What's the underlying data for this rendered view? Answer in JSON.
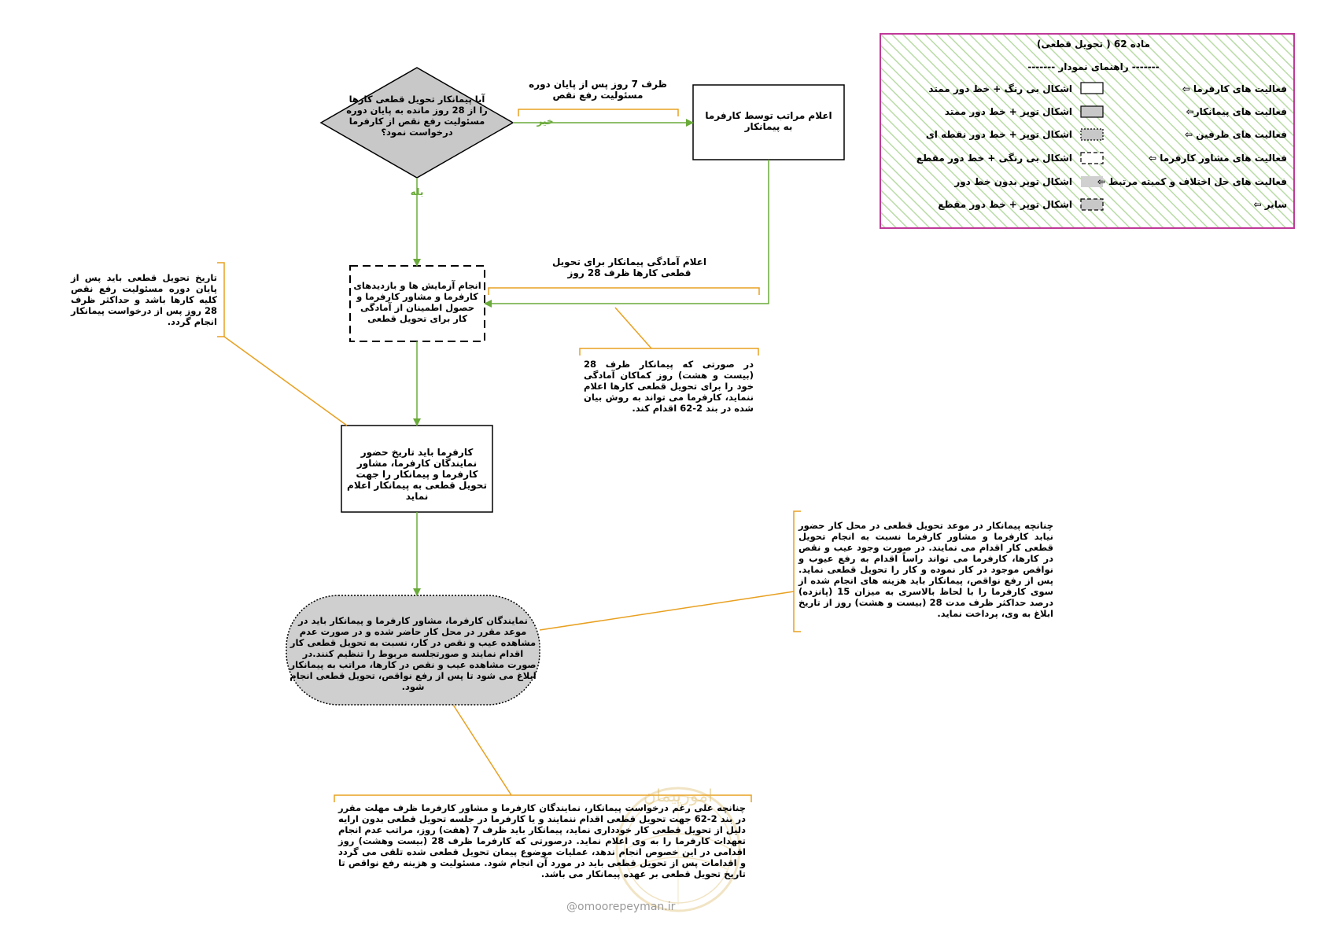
{
  "legend": {
    "title": "ماده 62  ( تحویل قطعی)",
    "subtitle": "------- راهنمای نمودار -------",
    "rows": [
      {
        "actor": "فعالیت های کارفرما ⇦",
        "shape": "اشکال بی رنگ + خط دور ممتد"
      },
      {
        "actor": "فعالیت های پیمانکار⇦",
        "shape": "اشکال توپر + خط دور ممتد"
      },
      {
        "actor": "فعالیت های طرفین ⇦",
        "shape": "اشکال توپر + خط دور نقطه ای"
      },
      {
        "actor": "فعالیت های مشاور کارفرما ⇦",
        "shape": "اشکال بی رنگی + خط دور مقطع"
      },
      {
        "actor": "فعالیت های حل اختلاف و کمیته مرتبط ⇦",
        "shape": "اشکال توپر بدون خط دور"
      },
      {
        "actor": "سایر  ⇦",
        "shape": "اشکال توپر + خط دور مقطع"
      }
    ]
  },
  "nodes": {
    "decision": "آیا پیمانکار تحویل قطعی کارها را از 28 روز مانده به پایان دوره مسئولیت رفع نقص از کارفرما درخواست نمود؟",
    "employer_notice": "اعلام مراتب توسط کارفرما به پیمانکار",
    "consultant_tests": "انجام آزمایش ها و بازدیدهای کارفرما و مشاور کارفرما و حصول اطمینان از آمادگی کار برای تحویل قطعی",
    "employer_date": "کارفرما باید تاریخ حضور نمایندگان کارفرما، مشاور کارفرما و پیمانکار را جهت تحویل قطعی به پیمانکار اعلام نماید",
    "joint_session": "نمایندگان کارفرما، مشاور کارفرما و پیمانکار باید در موعد مقرر در محل کار حاضر شده و در صورت عدم مشاهده عیب و نقص در کار، نسبت به تحویل قطعی کار اقدام نمایند و صورتجلسه مربوط را تنظیم کنند.در صورت مشاهده عیب و نقص در کارها، مراتب به پیمانکار ابلاغ می شود تا پس از رفع نواقص، تحویل قطعی انجام شود."
  },
  "labels": {
    "no": "خیر",
    "yes": "بله",
    "within_7_days": "ظرف 7 روز پس از پایان دوره مسئولیت رفع نقص",
    "readiness_28_days": "اعلام آمادگی پیمانکار برای تحویل قطعی کارها ظرف  28 روز"
  },
  "notes": {
    "final_date": "تاریخ تحویل قطعی باید پس از پایان دوره مسئولیت رفع نقص کلیه کارها باشد و حداکثر ظرف 28 روز پس از درخواست پیمانکار انجام گردد.",
    "if_28_days": "در صورتی که پیمانکار ظرف 28 (بیست و هشت) روز کماکان آمادگی خود را برای تحویل قطعی کارها اعلام ننماید، کارفرما می تواند به روش بیان شده در بند 2-62 اقدام کند.",
    "contractor_absent": "چنانچه پیمانکار در موعد تحویل قطعی در محل کار حضور نیابد کارفرما و مشاور کارفرما  نسبت به انجام تحویل قطعی کار اقدام می نمایند. در صورت وجود عیب و نقص در کارها، کارفرما می تواند راساً اقدام به رفع عیوب و نواقص موجود در کار نموده و کار را تحویل قطعی نماید. پس از رفع نواقص، پیمانکار باید هزینه های انجام شده از سوی کارفرما را با لحاظ بالاسری به میزان 15 (پانزده) درصد حداکثر ظرف مدت 28 (بیست و هشت) روز از تاریخ ابلاغ به وی، پرداخت نماید.",
    "representatives_absent": "چنانچه علی رغم درخواست پیمانکار، نمایندگان کارفرما و مشاور کارفرما ظرف مهلت مقرر در بند 2-62 جهت تحویل قطعی اقدام ننمایند و یا کارفرما در جلسه تحویل قطعی بدون ارایه دلیل از تحویل قطعی کار خودداری نماید، پیمانکار باید ظرف 7 (هفت) روز، مراتب عدم انجام تعهدات کارفرما را به وی اعلام نماید. درصورتی که کارفرما ظرف 28 (بیست وهشت) روز اقدامی در این خصوص انجام ندهد، عملیات موضوع پیمان تحویل قطعی شده تلقی می گردد و اقدامات پس از تحویل قطعی باید در مورد آن انجام شود. مسئولیت و هزینه رفع نواقص تا تاریخ تحویل قطعی بر عهده پیمانکار می باشد."
  },
  "watermark": {
    "logo_text": "امورپیمان",
    "url": "@omoorepeyman.ir"
  },
  "colors": {
    "flow_green": "#6aaa3a",
    "annotation_orange": "#e8a020",
    "legend_border": "#c0399a",
    "legend_hatch": "#b9dba6",
    "fill_gray": "#cfcfcf"
  }
}
